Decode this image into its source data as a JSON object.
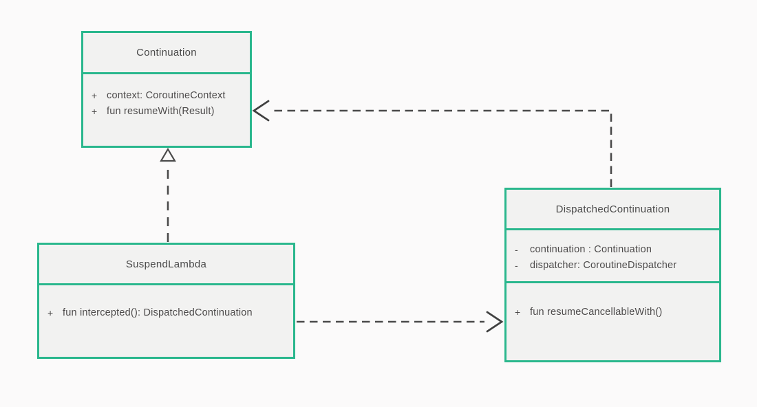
{
  "theme": {
    "background": "#fbfafa",
    "accent": "#2ab78d",
    "box_fill": "#f2f2f1",
    "line_color": "#4a4a4a",
    "text_color": "#4d4b4b"
  },
  "diagram_type": "uml-class-diagram",
  "classes": {
    "continuation": {
      "name": "Continuation",
      "members": [
        {
          "visibility": "+",
          "text": "context: CoroutineContext"
        },
        {
          "visibility": "+",
          "text": "fun resumeWith(Result)"
        }
      ]
    },
    "suspend_lambda": {
      "name": "SuspendLambda",
      "members": [
        {
          "visibility": "+",
          "text": "fun intercepted(): DispatchedContinuation"
        }
      ]
    },
    "dispatched_continuation": {
      "name": "DispatchedContinuation",
      "attributes": [
        {
          "visibility": "-",
          "text": "continuation : Continuation"
        },
        {
          "visibility": "-",
          "text": "dispatcher: CoroutineDispatcher"
        }
      ],
      "methods": [
        {
          "visibility": "+",
          "text": "fun resumeCancellableWith()"
        }
      ]
    }
  },
  "relations": [
    {
      "type": "realization",
      "from": "SuspendLambda",
      "to": "Continuation",
      "line": "dashed",
      "arrowhead": "hollow-triangle"
    },
    {
      "type": "dependency",
      "from": "DispatchedContinuation",
      "to": "Continuation",
      "line": "dashed",
      "arrowhead": "open"
    },
    {
      "type": "dependency",
      "from": "SuspendLambda",
      "to": "DispatchedContinuation",
      "line": "dashed",
      "arrowhead": "open"
    }
  ]
}
